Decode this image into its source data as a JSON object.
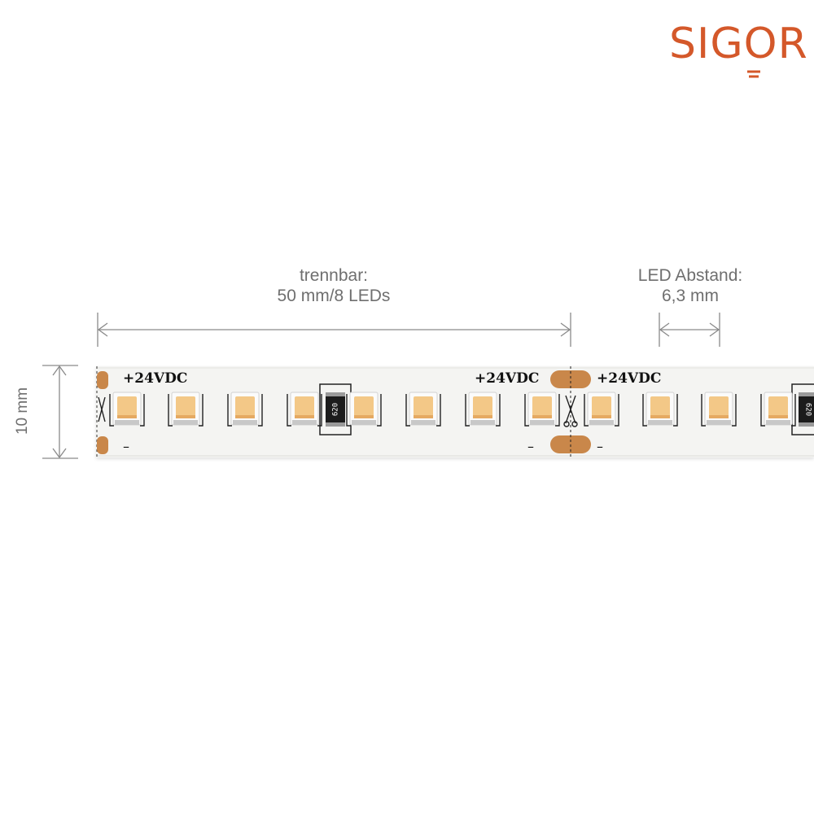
{
  "brand": {
    "logo_text": "SIGOR",
    "color": "#d4582a"
  },
  "dimensions": {
    "segment": {
      "line1": "trennbar:",
      "line2": "50 mm/8 LEDs"
    },
    "pitch": {
      "line1": "LED Abstand:",
      "line2": "6,3 mm"
    },
    "height": {
      "label": "10 mm"
    }
  },
  "strip": {
    "voltage_label": "+24VDC",
    "minus_label": "–",
    "resistor_code": "620",
    "led_color": "#f3c887",
    "pad_color": "#c9874a"
  }
}
